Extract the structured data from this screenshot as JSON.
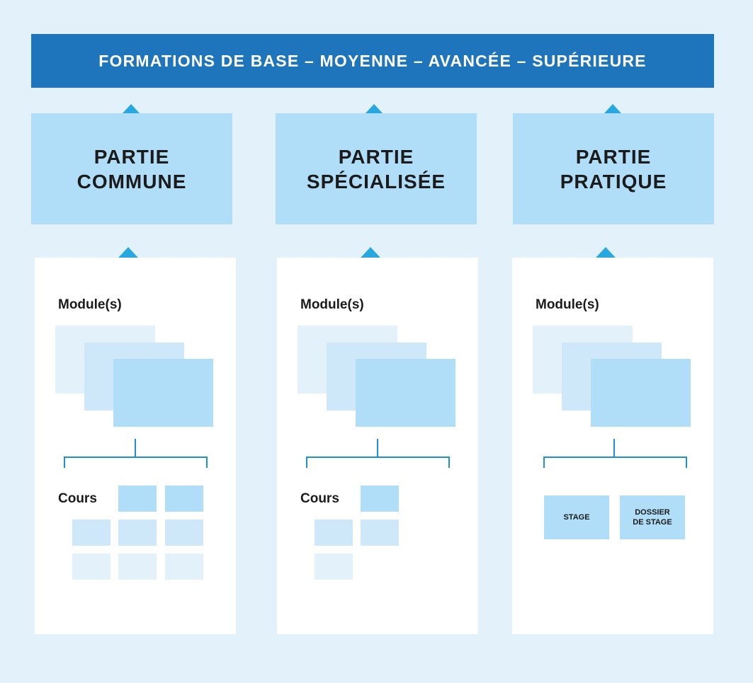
{
  "banner": {
    "title": "FORMATIONS DE BASE – MOYENNE – AVANCÉE – SUPÉRIEURE"
  },
  "parts": [
    {
      "line1": "PARTIE",
      "line2": "COMMUNE"
    },
    {
      "line1": "PARTIE",
      "line2": "SPÉCIALISÉE"
    },
    {
      "line1": "PARTIE",
      "line2": "PRATIQUE"
    }
  ],
  "panels": [
    {
      "modules_label": "Module(s)",
      "cours_label": "Cours"
    },
    {
      "modules_label": "Module(s)",
      "cours_label": "Cours"
    },
    {
      "modules_label": "Module(s)",
      "stage_label": "STAGE",
      "dossier_line1": "DOSSIER",
      "dossier_line2": "DE STAGE"
    }
  ],
  "colors": {
    "background": "#e3f1fb",
    "banner": "#1e75bc",
    "part_box": "#b0ddf7",
    "arrow": "#29a8e0",
    "connector": "#1e8fd0"
  }
}
